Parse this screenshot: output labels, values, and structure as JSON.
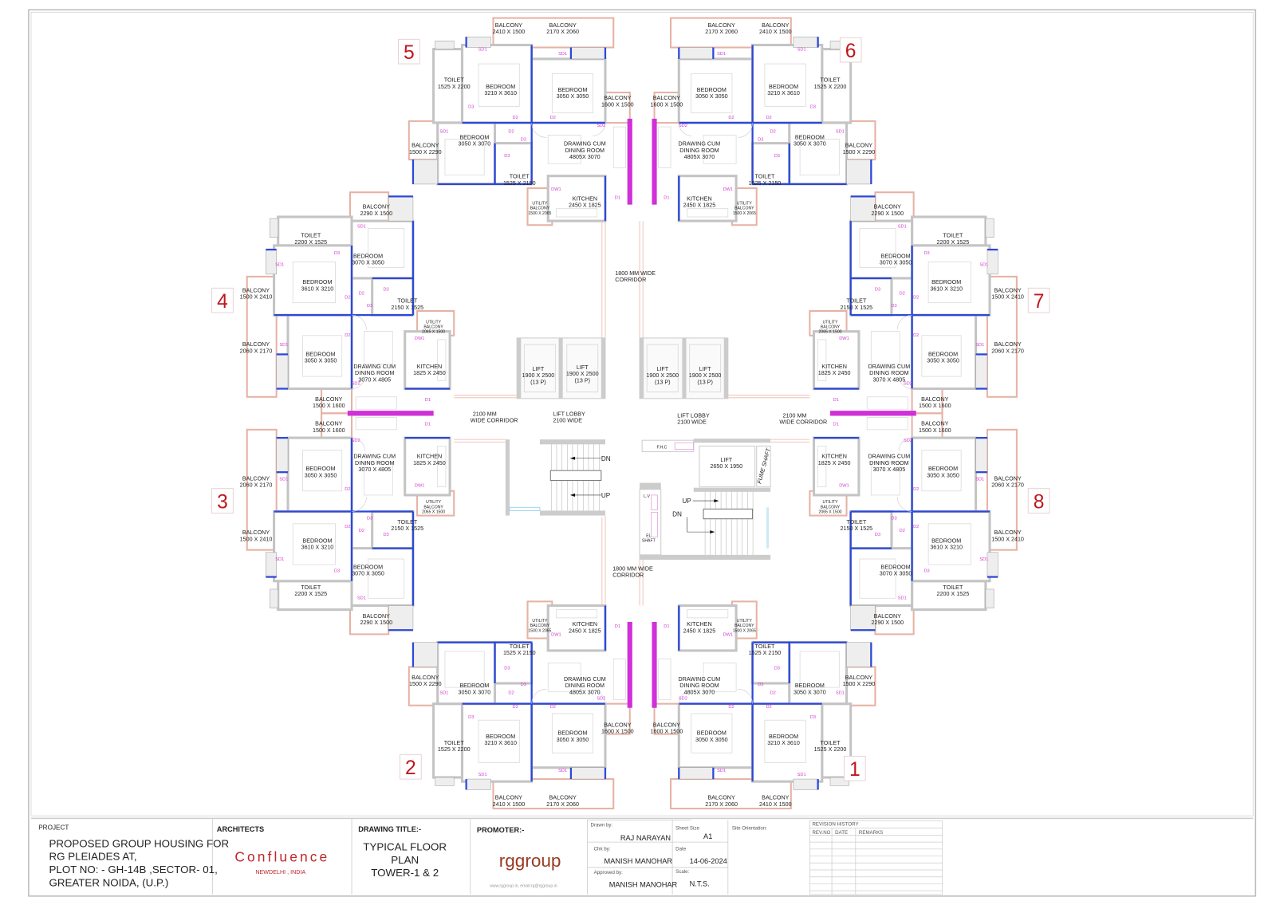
{
  "drawing": {
    "unit_numbers": [
      "5",
      "6",
      "4",
      "7",
      "3",
      "8",
      "2",
      "1"
    ],
    "horizontal_unit_rooms": [
      {
        "name": "BALCONY",
        "size": "2410 X 1500"
      },
      {
        "name": "BALCONY",
        "size": "2170 X 2060"
      },
      {
        "name": "TOILET",
        "size": "1525 X 2200"
      },
      {
        "name": "BEDROOM",
        "size": "3210 X 3610"
      },
      {
        "name": "BEDROOM",
        "size": "3050 X 3050"
      },
      {
        "name": "BALCONY",
        "size": "1600 X 1500"
      },
      {
        "name": "BEDROOM",
        "size": "3050 X 3070"
      },
      {
        "name": "BALCONY",
        "size": "1500 X 2290"
      },
      {
        "name": "DRAWING CUM DINING ROOM",
        "size": "4805X 3070"
      },
      {
        "name": "TOILET",
        "size": "1525 X 2150"
      },
      {
        "name": "UTILITY BALCONY",
        "size": "1500 X 2065"
      },
      {
        "name": "KITCHEN",
        "size": "2450 X 1825"
      }
    ],
    "vertical_unit_rooms": [
      {
        "name": "BALCONY",
        "size": "1500 X 2410"
      },
      {
        "name": "BALCONY",
        "size": "2060 X 2170"
      },
      {
        "name": "TOILET",
        "size": "2200 X 1525"
      },
      {
        "name": "BEDROOM",
        "size": "3610 X 3210"
      },
      {
        "name": "BEDROOM",
        "size": "3050 X 3050"
      },
      {
        "name": "BALCONY",
        "size": "1500 X 1600"
      },
      {
        "name": "BEDROOM",
        "size": "3070 X 3050"
      },
      {
        "name": "BALCONY",
        "size": "2290 X 1500"
      },
      {
        "name": "DRAWING CUM DINING ROOM",
        "size": "3070 X 4805"
      },
      {
        "name": "TOILET",
        "size": "2150 X 1525"
      },
      {
        "name": "UTILITY BALCONY",
        "size": "2065 X 1500"
      },
      {
        "name": "KITCHEN",
        "size": "1825 X 2450"
      }
    ],
    "door_tags": [
      "SD1",
      "SD1",
      "D3",
      "D2",
      "D2",
      "SD2",
      "SD1",
      "D2",
      "D3",
      "D3",
      "DW1",
      "D1"
    ],
    "core": {
      "corridor_1800_top": [
        "1800 MM WIDE",
        "CORRIDOR"
      ],
      "corridor_1800_bottom": [
        "1800 MM WIDE",
        "CORRIDOR"
      ],
      "corridor_2100_left": [
        "2100 MM",
        "WIDE CORRIDOR"
      ],
      "corridor_2100_right": [
        "2100 MM",
        "WIDE CORRIDOR"
      ],
      "lobby_left": [
        "LIFT LOBBY",
        "2100 WIDE"
      ],
      "lobby_right": [
        "LIFT LOBBY",
        "2100 WIDE"
      ],
      "lift": [
        "LIFT",
        "1900 X 2500",
        "(13 P)"
      ],
      "service_lift": [
        "LIFT",
        "2650 X 1950"
      ],
      "fume_shaft": "FUME SHAFT",
      "fhc": "F.H.C",
      "lv": "L.V",
      "el_shaft": [
        "EL",
        "SHAFT"
      ],
      "dn": "DN",
      "up": "UP"
    }
  },
  "title_block": {
    "project_label": "PROJECT",
    "project_lines": [
      "PROPOSED GROUP HOUSING FOR",
      "RG PLEIADES AT,",
      "PLOT NO: - GH-14B ,SECTOR- 01,",
      "GREATER NOIDA, (U.P.)"
    ],
    "architects_label": "ARCHITECTS",
    "architect_name": "Confluence",
    "architect_location": "NEWDELHI , INDIA",
    "drawing_title_label": "DRAWING TITLE:-",
    "drawing_title_lines": [
      "TYPICAL FLOOR",
      "PLAN",
      "TOWER-1 & 2"
    ],
    "promoter_label": "PROMOTER:-",
    "promoter_logo": "rggroup",
    "promoter_contact": "www.rggroup.in,  email:rg@rggroup.in",
    "drawn_by_label": "Drawn by:",
    "drawn_by": "RAJ NARAYAN",
    "sheet_size_label": "Sheet Size",
    "sheet_size": "A1",
    "checked_by_label": "Chk by:",
    "checked_by": "MANISH MANOHAR",
    "date_label": "Date",
    "date": "14-06-2024",
    "approved_by_label": "Approved by:",
    "approved_by": "MANISH MANOHAR",
    "scale_label": "Scale:",
    "scale": "N.T.S.",
    "site_orientation_label": "Site Orientation:",
    "revision_history_label": "REVISION HISTORY",
    "revision_columns": [
      "REV.NO",
      "DATE",
      "REMARKS"
    ]
  },
  "colors": {
    "wall_blue": "#2c48d8",
    "wall_grey": "#c4c4c4",
    "balcony": "#e6b2a4",
    "spine": "#d030d8",
    "unit_number": "#c0161c",
    "tag": "#d23ad2"
  }
}
